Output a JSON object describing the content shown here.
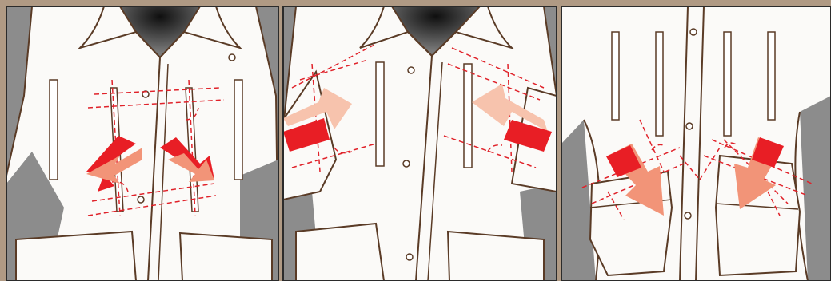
{
  "figure": {
    "description_kind": "three-panel illustration of jacket pocket openings",
    "panels": [
      {
        "id": "panel-1",
        "topic": "chest-pockets-inward-hands"
      },
      {
        "id": "panel-2",
        "topic": "chest-pockets-hands-in"
      },
      {
        "id": "panel-3",
        "topic": "lower-flap-pockets-downward"
      }
    ],
    "colors": {
      "frame": "#b09a84",
      "panel_border": "#2b2b2b",
      "background_gray": "#8c8c8c",
      "garment_fill": "#fbfaf8",
      "outline": "#5a3b26",
      "guide_line": "#e0222a",
      "arrow_dark": "#e81e25",
      "arrow_light": "#f29478",
      "arrow_pale": "#f7c3ad"
    }
  }
}
